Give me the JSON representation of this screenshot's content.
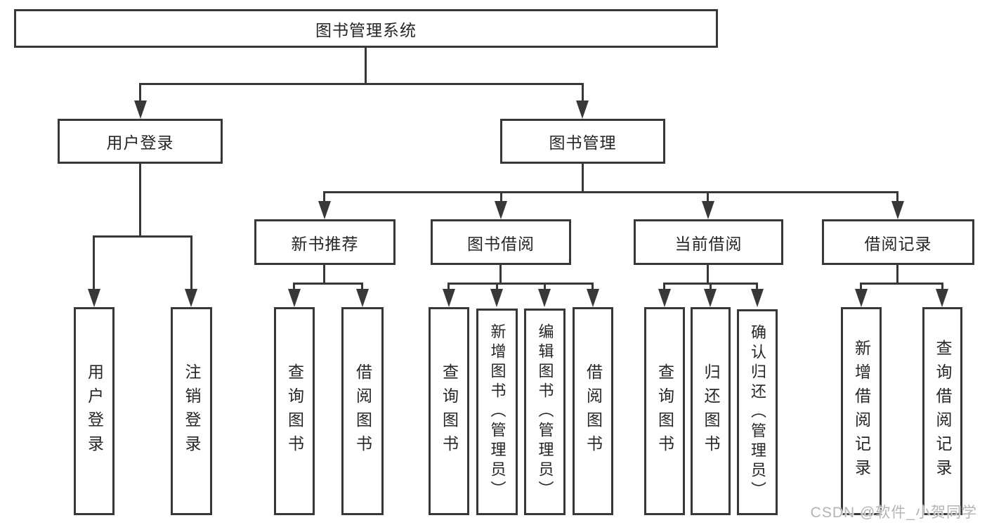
{
  "diagram": {
    "root": {
      "label": "图书管理系统"
    },
    "level2": {
      "user_login": {
        "label": "用户登录"
      },
      "book_mgmt": {
        "label": "图书管理"
      }
    },
    "level3": {
      "new_book_rec": {
        "label": "新书推荐"
      },
      "book_borrow": {
        "label": "图书借阅"
      },
      "current_borrow": {
        "label": "当前借阅"
      },
      "borrow_records": {
        "label": "借阅记录"
      }
    },
    "leaves": {
      "ul_login": {
        "label": "用户登录"
      },
      "ul_logout": {
        "label": "注销登录"
      },
      "nb_query": {
        "label": "查询图书"
      },
      "nb_borrow": {
        "label": "借阅图书"
      },
      "bb_query": {
        "label": "查询图书"
      },
      "bb_add": {
        "label": "新增图书（管理员）"
      },
      "bb_edit": {
        "label": "编辑图书（管理员）"
      },
      "bb_borrow": {
        "label": "借阅图书"
      },
      "cb_query": {
        "label": "查询图书"
      },
      "cb_return": {
        "label": "归还图书"
      },
      "cb_confirm": {
        "label": "确认归还（管理员）"
      },
      "br_add": {
        "label": "新增借阅记录"
      },
      "br_query": {
        "label": "查询借阅记录"
      }
    }
  },
  "watermark": {
    "text": "CSDN @软件_小贺同学"
  },
  "colors": {
    "line": "#383838",
    "text": "#262626",
    "watermark": "#b4b4b4",
    "background": "#ffffff"
  }
}
